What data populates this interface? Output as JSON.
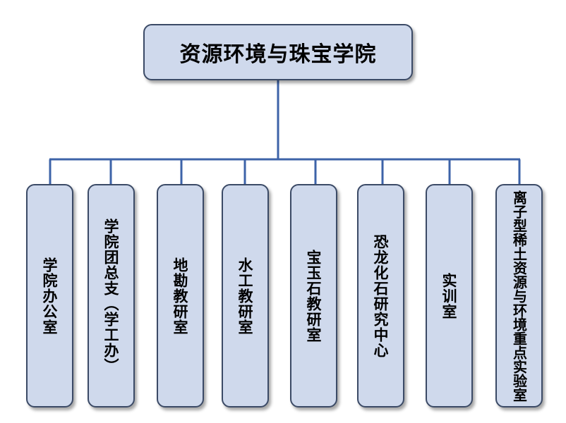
{
  "root": {
    "label": "资源环境与珠宝学院"
  },
  "departments": [
    {
      "label": "学院办公室"
    },
    {
      "label": "学院团总支（学工办）"
    },
    {
      "label": "地勘教研室"
    },
    {
      "label": "水工教研室"
    },
    {
      "label": "宝玉石教研室"
    },
    {
      "label": "恐龙化石研究中心"
    },
    {
      "label": "实训室"
    },
    {
      "label": "离子型稀土资源与环境重点实验室"
    }
  ],
  "colors": {
    "box_fill": "#cfd9ec",
    "box_border": "#3b4a66",
    "connector": "#3d63a8"
  }
}
